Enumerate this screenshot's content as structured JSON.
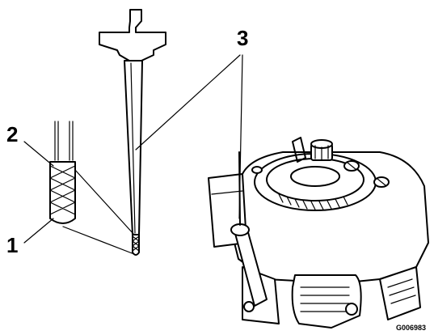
{
  "callouts": {
    "one": "1",
    "two": "2",
    "three": "3"
  },
  "figure_code": "G006983",
  "colors": {
    "ink": "#000000",
    "background": "#ffffff"
  }
}
